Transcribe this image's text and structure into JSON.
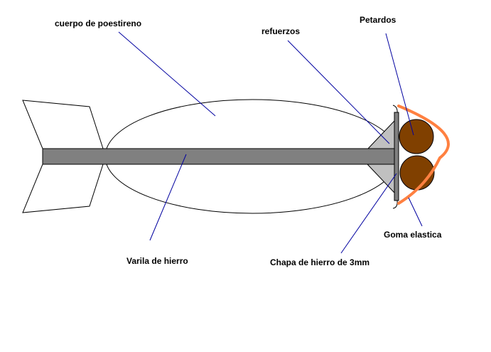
{
  "labels": {
    "body": "cuerpo de poestireno",
    "reinforcements": "refuerzos",
    "firecrackers": "Petardos",
    "rod": "Varila de hierro",
    "plate": "Chapa de hierro de 3mm",
    "elastic": "Goma elastica"
  },
  "colors": {
    "rod": "#808080",
    "reinforcement": "#c0c0c0",
    "firecracker": "#804000",
    "elastic": "#ff8040",
    "leader": "#0000a0"
  }
}
